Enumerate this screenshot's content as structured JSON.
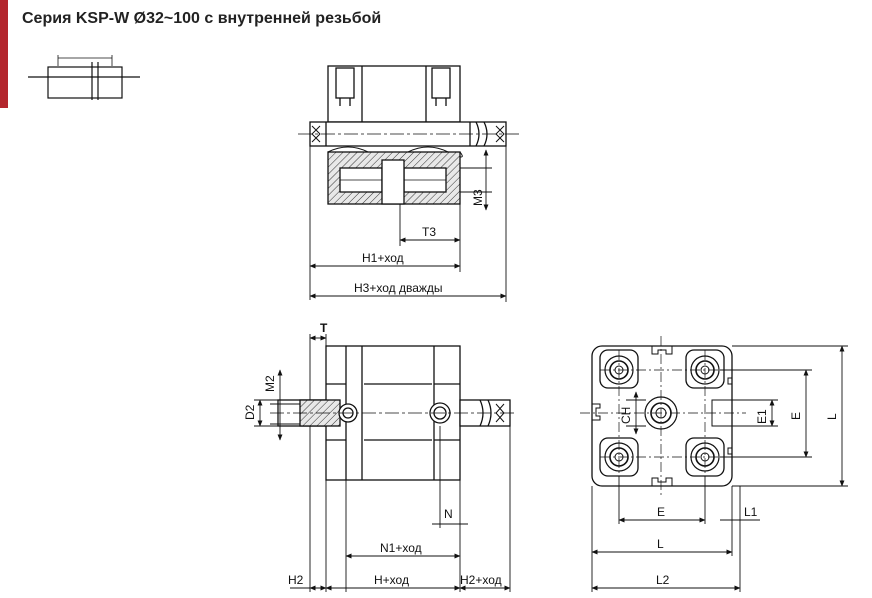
{
  "header": {
    "title": "Серия KSP-W Ø32~100 с внутренней резьбой",
    "accent_color": "#b3262d"
  },
  "top_view": {
    "labels": {
      "m3": "M3",
      "t3": "T3",
      "h1_stroke": "H1+ход",
      "h3_stroke_twice": "H3+ход дважды"
    }
  },
  "side_view": {
    "labels": {
      "t": "T",
      "m2": "M2",
      "d2": "D2",
      "n": "N",
      "n1_stroke": "N1+ход",
      "h2_left": "H2",
      "h_stroke": "H+ход",
      "h2_stroke": "H2+ход"
    }
  },
  "end_view": {
    "labels": {
      "ch": "CH",
      "e1": "E1",
      "e_right": "E",
      "l_right": "L",
      "e_bottom": "E",
      "l1": "L1",
      "l_bottom": "L",
      "l2": "L2"
    }
  }
}
